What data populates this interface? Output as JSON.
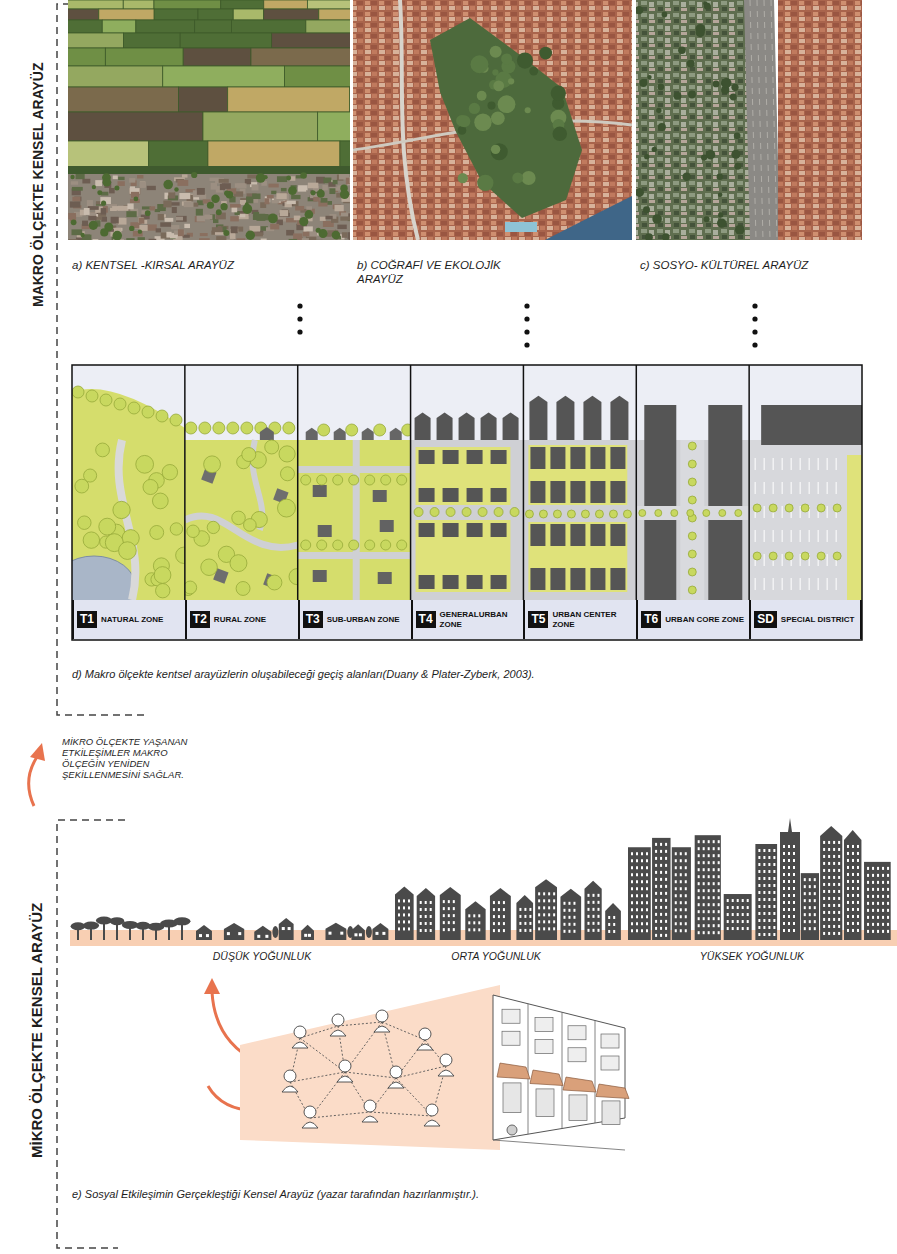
{
  "diagram": {
    "nodes": [
      {
        "text": [
          "T1",
          "NATURAL ZONE"
        ]
      },
      {
        "text": [
          "T2",
          "RURAL ZONE"
        ]
      },
      {
        "text": [
          "T3",
          "SUB-URBAN ZONE"
        ]
      },
      {
        "text": [
          "T4",
          "GENERALURBAN ZONE"
        ]
      },
      {
        "text": [
          "T5",
          "URBAN CENTER ZONE"
        ]
      },
      {
        "text": [
          "T6",
          "URBAN CORE ZONE"
        ]
      },
      {
        "text": [
          "SD",
          "SPECIAL DISTRICT"
        ]
      }
    ],
    "labels": [
      "MAKRO ÖLÇEKTE KENSEL ARAYÜZ",
      "a) KENTSEL -KIRSAL ARAYÜZ",
      "b) COĞRAFİ VE EKOLOJİK ARAYÜZ",
      "c) SOSYO- KÜLTÜREL ARAYÜZ",
      "d) Makro ölçekte kentsel arayüzlerin oluşabileceği geçiş alanları(Duany & Plater-Zyberk, 2003).",
      "MİKRO ÖLÇEKTE YAŞANAN ETKİLEŞİMLER MAKRO ÖLÇEĞİN YENİDEN ŞEKİLLENMESİNİ SAĞLAR.",
      "MİKRO ÖLÇEKTE KENSEL ARAYÜZ",
      "DÜŞÜK YOĞUNLUK",
      "ORTA YOĞUNLUK",
      "YÜKSEK YOĞUNLUK",
      "e) Sosyal Etkileşimin Gerçekleştiği Kensel Arayüz (yazar tarafından hazırlanmıştır.)."
    ]
  }
}
